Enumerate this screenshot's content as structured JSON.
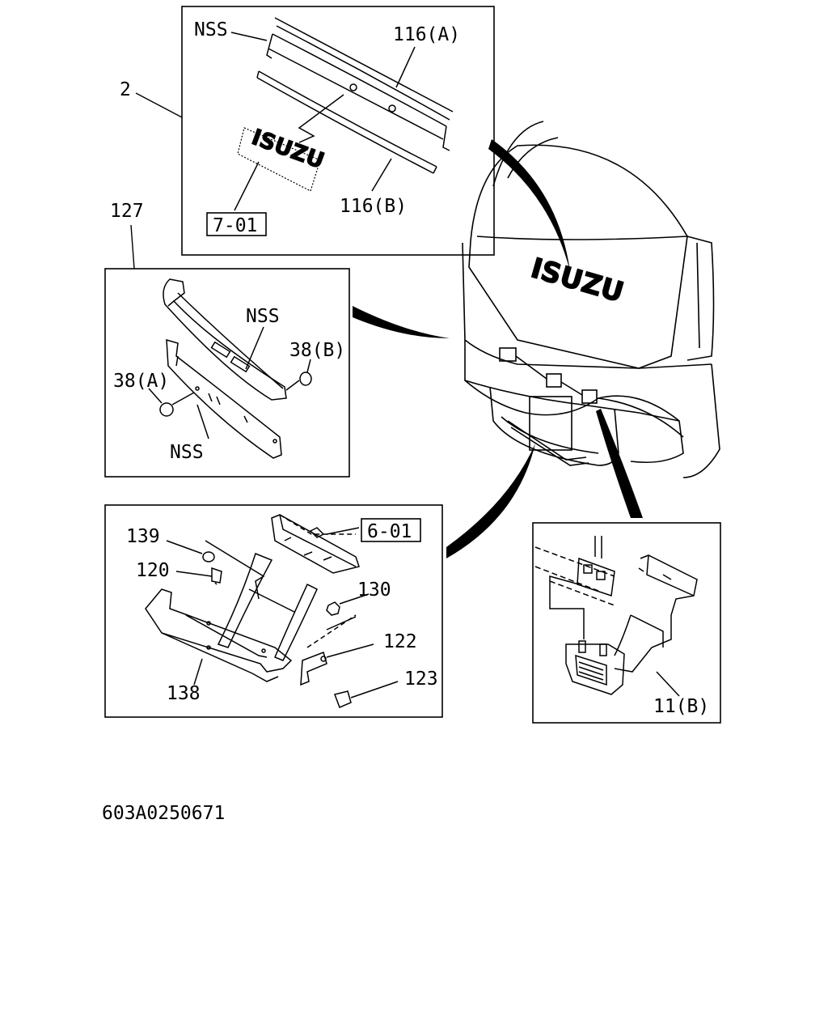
{
  "inset_top": {
    "callout_main": "2",
    "label_nss": "NSS",
    "label_a": "116(A)",
    "label_b": "116(B)",
    "ref_box": "7-01",
    "emblem_text": "ISUZU"
  },
  "inset_grille": {
    "callout_main": "127",
    "label_nss_top": "NSS",
    "label_nss_bottom": "NSS",
    "label_38a": "38(A)",
    "label_38b": "38(B)"
  },
  "inset_bottom": {
    "label_139": "139",
    "label_120": "120",
    "label_130": "130",
    "label_122": "122",
    "label_123": "123",
    "label_138": "138",
    "ref_box": "6-01"
  },
  "inset_hinge": {
    "label": "11(B)"
  },
  "vehicle": {
    "emblem_text": "ISUZU"
  },
  "drawing_code": "603A0250671"
}
